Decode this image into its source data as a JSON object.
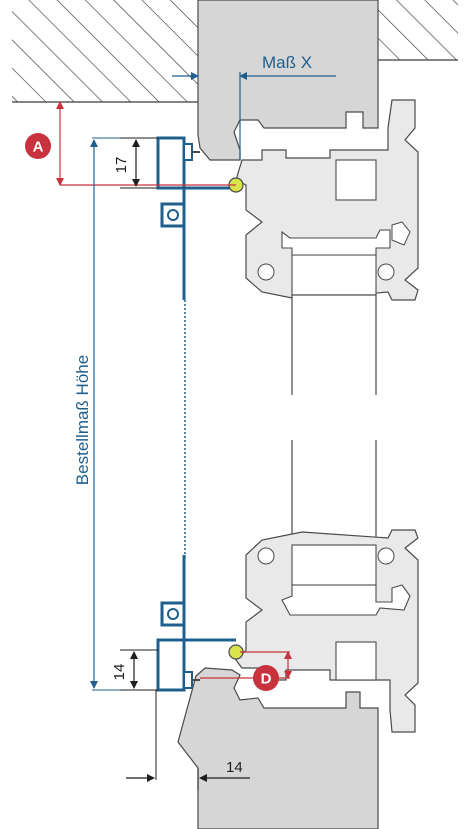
{
  "labels": {
    "mass_x": "Maß X",
    "bestellmass_hoehe": "Bestellmaß Höhe",
    "dim_17": "17",
    "dim_14_vertical": "14",
    "dim_14_bottom": "14",
    "badge_a": "A",
    "badge_d": "D"
  },
  "colors": {
    "frame_fill": "#d6d6d6",
    "frame_stroke": "#4a4a4a",
    "profile_fill": "#e9e9e9",
    "blue": "#1f5f8e",
    "red": "#c8323c",
    "hatch": "#3a3a3a",
    "yellow": "#d9e34a"
  }
}
